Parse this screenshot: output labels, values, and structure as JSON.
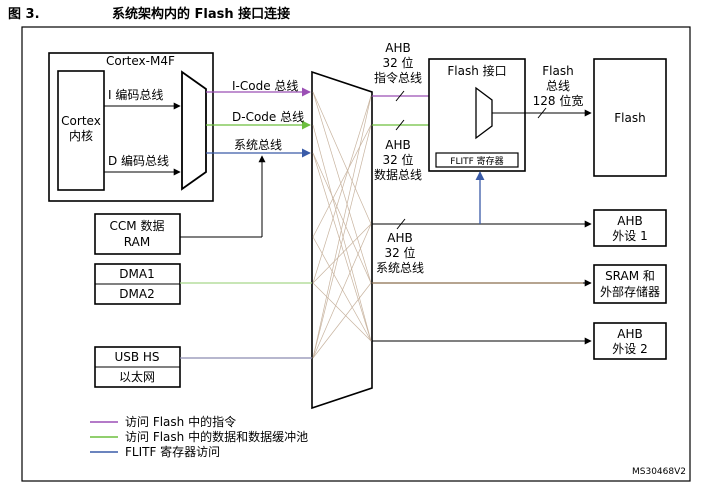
{
  "figure": {
    "number": "图 3.",
    "title": "系统架构内的 Flash 接口连接",
    "ref": "MS30468V2"
  },
  "core": {
    "outer_label": "Cortex-M4F",
    "cpu_line1": "Cortex",
    "cpu_line2": "内核",
    "ibus_label": "I 编码总线",
    "dbus_label": "D 编码总线"
  },
  "buses": {
    "icode": "I-Code 总线",
    "dcode": "D-Code 总线",
    "system": "系统总线"
  },
  "ahb_instr": {
    "l1": "AHB",
    "l2": "32 位",
    "l3": "指令总线"
  },
  "ahb_data": {
    "l1": "AHB",
    "l2": "32 位",
    "l3": "数据总线"
  },
  "ahb_sys": {
    "l1": "AHB",
    "l2": "32 位",
    "l3": "系统总线"
  },
  "flash_interface": {
    "title": "Flash 接口",
    "register": "FLITF 寄存器"
  },
  "flash_bus": {
    "l1": "Flash",
    "l2": "总线",
    "l3": "128 位宽"
  },
  "flash": {
    "label": "Flash"
  },
  "masters": {
    "ccm_l1": "CCM 数据",
    "ccm_l2": "RAM",
    "dma1": "DMA1",
    "dma2": "DMA2",
    "usb": "USB HS",
    "eth": "以太网"
  },
  "slaves": {
    "ahb1_l1": "AHB",
    "ahb1_l2": "外设 1",
    "sram_l1": "SRAM 和",
    "sram_l2": "外部存储器",
    "ahb2_l1": "AHB",
    "ahb2_l2": "外设 2"
  },
  "legend": [
    {
      "label": "访问 Flash 中的指令",
      "color": "#9b4fb5"
    },
    {
      "label": "访问 Flash 中的数据和数据缓冲池",
      "color": "#6dbf3f"
    },
    {
      "label": "FLITF 寄存器访问",
      "color": "#3a5ba8"
    }
  ],
  "colors": {
    "instruction": "#9b4fb5",
    "data": "#6dbf3f",
    "register": "#3a5ba8",
    "dma": "#a8d88a",
    "usb": "#8c8cb0",
    "matrix_fan": "#c8b4a0"
  }
}
